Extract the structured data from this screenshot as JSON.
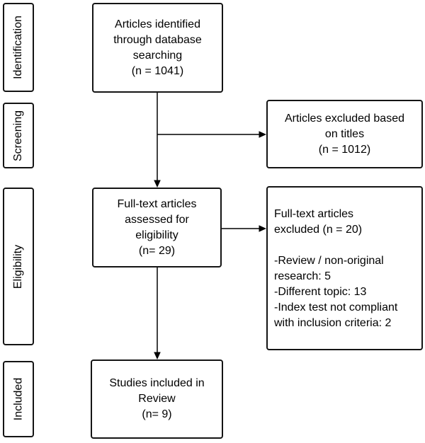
{
  "diagram": {
    "type": "prisma-flowchart",
    "background_color": "#ffffff",
    "line_color": "#000000",
    "box_border_color": "#141414",
    "stages": [
      {
        "label": "Identification"
      },
      {
        "label": "Screening"
      },
      {
        "label": "Eligibility"
      },
      {
        "label": "Included"
      }
    ],
    "boxes": {
      "identified": {
        "text": "Articles identified\nthrough database\nsearching\n(n = 1041)"
      },
      "excluded_titles": {
        "text": "Articles excluded based\non titles\n(n = 1012)"
      },
      "fulltext_assessed": {
        "text": "Full-text articles\nassessed for\neligibility\n(n= 29)"
      },
      "fulltext_excluded": {
        "text": "Full-text articles\nexcluded (n = 20)\n\n-Review / non-original\nresearch: 5\n-Different topic: 13\n-Index test not compliant\nwith inclusion criteria: 2"
      },
      "included_review": {
        "text": "Studies included in\nReview\n(n= 9)"
      }
    }
  }
}
